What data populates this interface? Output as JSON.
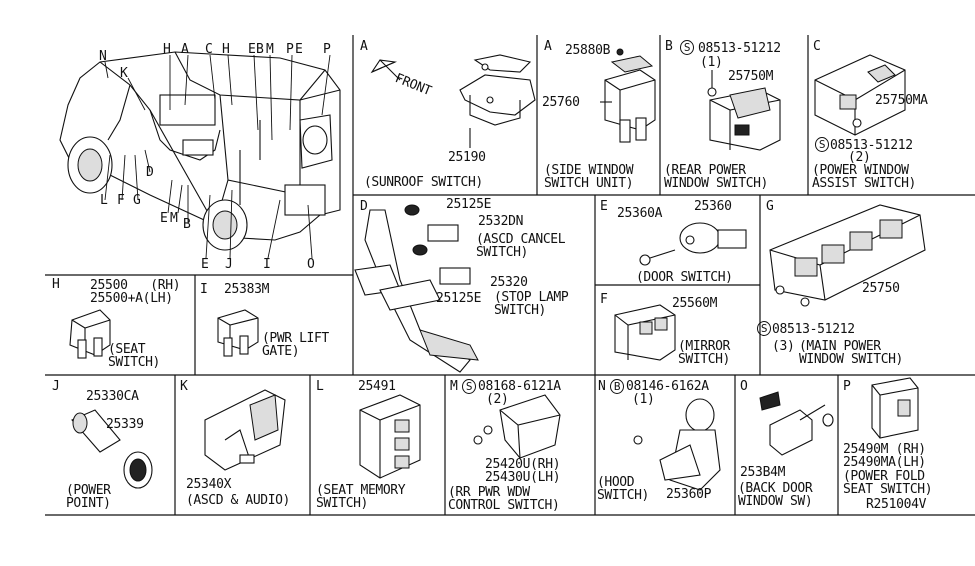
{
  "ref_code": "R251004V",
  "vehicle_locators": [
    "N",
    "K",
    "H",
    "A",
    "C",
    "H",
    "E",
    "B",
    "M",
    "P",
    "E",
    "P",
    "L",
    "F",
    "G",
    "D",
    "E",
    "M",
    "B",
    "E",
    "J",
    "I",
    "O"
  ],
  "front_label": "FRONT",
  "sections": {
    "A1": {
      "letter": "A",
      "part": "25190",
      "caption": "(SUNROOF SWITCH)"
    },
    "A2": {
      "letter": "A",
      "parts": [
        "25880B",
        "25760"
      ],
      "caption": "(SIDE WINDOW\nSWITCH UNIT)"
    },
    "B": {
      "letter": "B",
      "screw": "08513-51212",
      "qty": "(1)",
      "part": "25750M",
      "caption": "(REAR POWER\nWINDOW SWITCH)"
    },
    "C": {
      "letter": "C",
      "part": "25750MA",
      "screw": "08513-51212",
      "qty": "(2)",
      "caption": "(POWER WINDOW\nASSIST SWITCH)"
    },
    "D": {
      "letter": "D",
      "parts": [
        "25125E",
        "2532DN",
        "25320",
        "25125E"
      ],
      "cap1": "(ASCD CANCEL\nSWITCH)",
      "cap2": "(STOP LAMP\nSWITCH)"
    },
    "E": {
      "letter": "E",
      "parts": [
        "25360A",
        "25360"
      ],
      "caption": "(DOOR SWITCH)"
    },
    "F": {
      "letter": "F",
      "part": "25560M",
      "caption": "(MIRROR\nSWITCH)"
    },
    "G": {
      "letter": "G",
      "part": "25750",
      "screw": "08513-51212",
      "qty": "(3)",
      "caption": "(MAIN POWER\nWINDOW SWITCH)"
    },
    "H": {
      "letter": "H",
      "parts": [
        "25500   (RH)",
        "25500+A(LH)"
      ],
      "caption": "(SEAT\nSWITCH)"
    },
    "I": {
      "letter": "I",
      "part": "25383M",
      "caption": "(PWR LIFT\nGATE)"
    },
    "J": {
      "letter": "J",
      "parts": [
        "25330CA",
        "25339"
      ],
      "caption": "(POWER\nPOINT)"
    },
    "K": {
      "letter": "K",
      "part": "25340X",
      "caption": "(ASCD & AUDIO)"
    },
    "L": {
      "letter": "L",
      "part": "25491",
      "caption": "(SEAT MEMORY\nSWITCH)"
    },
    "M": {
      "letter": "M",
      "screw": "08168-6121A",
      "qty": "(2)",
      "parts": [
        "25420U(RH)",
        "25430U(LH)"
      ],
      "caption": "(RR PWR WDW\nCONTROL SWITCH)"
    },
    "N": {
      "letter": "N",
      "bolt": "08146-6162A",
      "qty": "(1)",
      "part": "25360P",
      "caption": "(HOOD\nSWITCH)"
    },
    "O": {
      "letter": "O",
      "part": "253B4M",
      "caption": "(BACK DOOR\nWINDOW SW)"
    },
    "P": {
      "letter": "P",
      "parts": [
        "25490M (RH)",
        "25490MA(LH)"
      ],
      "caption": "(POWER FOLD\nSEAT SWITCH)"
    }
  },
  "circled": {
    "s": "S",
    "b": "B"
  }
}
